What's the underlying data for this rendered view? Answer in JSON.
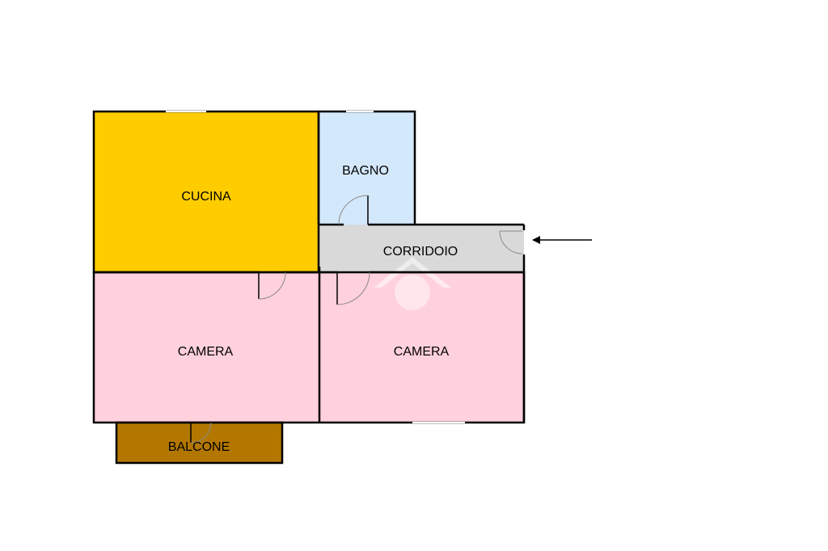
{
  "rooms": {
    "cucina": {
      "label": "CUCINA",
      "color": "#FFCC00"
    },
    "bagno": {
      "label": "BAGNO",
      "color": "#D4E8FB"
    },
    "corridoio": {
      "label": "CORRIDOIO",
      "color": "#D9D9D9"
    },
    "camera_left": {
      "label": "CAMERA",
      "color": "#FFD1DC"
    },
    "camera_right": {
      "label": "CAMERA",
      "color": "#FFD1DC"
    },
    "balcone": {
      "label": "BALCONE",
      "color": "#B37700"
    }
  },
  "colors": {
    "wall": "#000000",
    "door_arc": "#8A8A8A",
    "watermark": "#FFFFFF",
    "entrance_arrow": "#000000"
  },
  "icons": {
    "entrance": "entrance-arrow-icon",
    "watermark": "watermark-logo-icon"
  }
}
